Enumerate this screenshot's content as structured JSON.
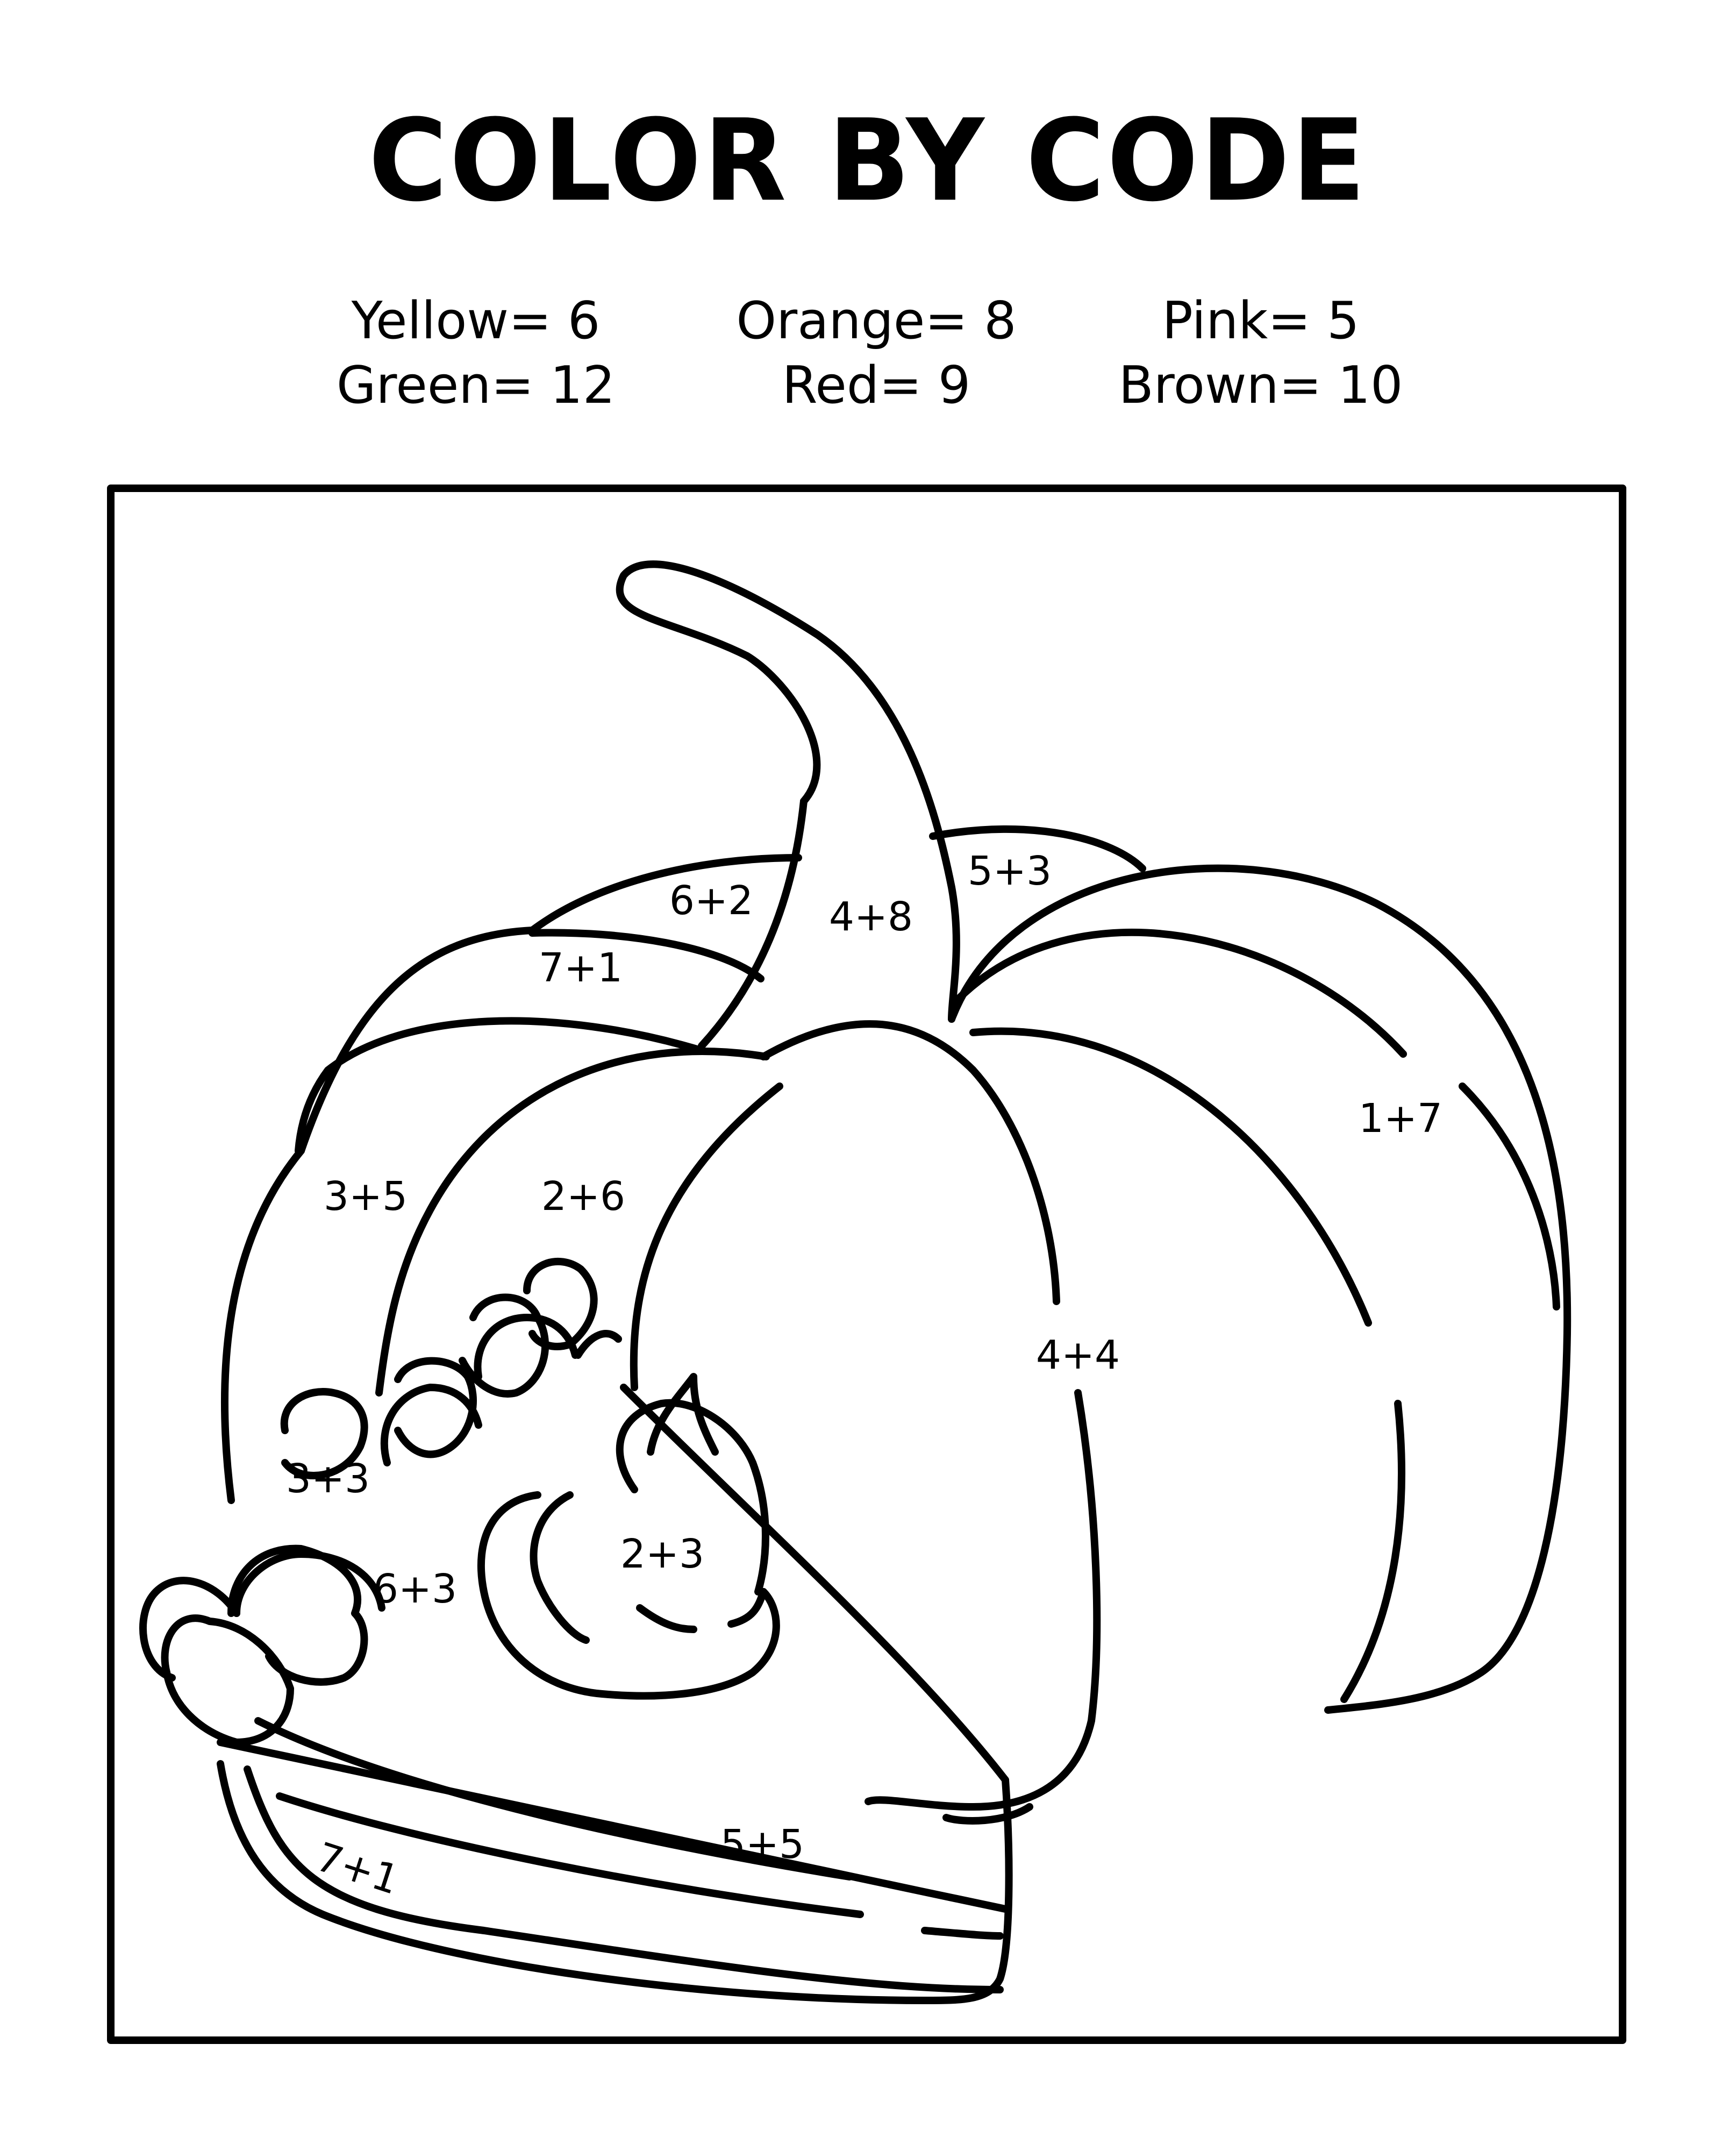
{
  "title": "COLOR BY CODE",
  "legend": [
    {
      "label": "Yellow= 6",
      "color_name": "Yellow",
      "value": 6,
      "color": "#f5d21f"
    },
    {
      "label": "Orange= 8",
      "color_name": "Orange",
      "value": 8,
      "color": "#f28c1e"
    },
    {
      "label": "Pink= 5",
      "color_name": "Pink",
      "value": 5,
      "color": "#f6a6c1"
    },
    {
      "label": "Green= 12",
      "color_name": "Green",
      "value": 12,
      "color": "#3aa54a"
    },
    {
      "label": "Red= 9",
      "color_name": "Red",
      "value": 9,
      "color": "#d9262b"
    },
    {
      "label": "Brown= 10",
      "color_name": "Brown",
      "value": 10,
      "color": "#7a4a22"
    }
  ],
  "regions": [
    {
      "code": "6+2"
    },
    {
      "code": "4+8"
    },
    {
      "code": "5+3"
    },
    {
      "code": "7+1"
    },
    {
      "code": "1+7"
    },
    {
      "code": "3+5"
    },
    {
      "code": "2+6"
    },
    {
      "code": "4+4"
    },
    {
      "code": "3+3"
    },
    {
      "code": "2+3"
    },
    {
      "code": "6+3"
    },
    {
      "code": "5+5"
    },
    {
      "code": "7+1"
    }
  ]
}
